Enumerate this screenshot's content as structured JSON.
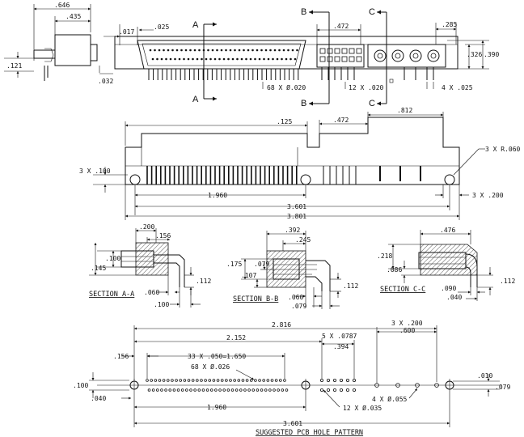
{
  "drawing": {
    "top_view": {
      "side_dims": [
        ".646",
        ".435",
        ".121",
        ".032",
        ".017",
        ".025"
      ],
      "section_marks": {
        "a": "A",
        "b": "B",
        "c": "C"
      },
      "dims": {
        "b_width": ".472",
        "c_pitch": ".285",
        "height_inner": ".326",
        "height_outer": ".390"
      },
      "pin_notes": {
        "main_pins": "68 X Ø.020",
        "square_pins": "12 X .020",
        "power_pins": "4 X .025"
      }
    },
    "front_view": {
      "dims": {
        "left_offset": ".125",
        "b_width": ".472",
        "c_width": ".812",
        "hole_height": "3 X .100",
        "radius_note": "3 X R.060",
        "pin_span": "1.960",
        "hole_pitch": "3 X .200",
        "mount_span": "3.601",
        "overall_length": "3.801"
      }
    },
    "section_a": {
      "title": "SECTION A-A",
      "dims": [
        ".200",
        ".156",
        ".100",
        ".145",
        ".112",
        ".060",
        ".100"
      ]
    },
    "section_b": {
      "title": "SECTION B-B",
      "dims": [
        ".392",
        ".245",
        ".175",
        ".079",
        ".107",
        ".112",
        ".060",
        ".079"
      ]
    },
    "section_c": {
      "title": "SECTION C-C",
      "dims": [
        ".476",
        ".218",
        ".086",
        ".112",
        ".090",
        ".040"
      ]
    },
    "pcb_pattern": {
      "title": "SUGGESTED PCB HOLE PATTERN",
      "dims": {
        "overall": "2.816",
        "hole_pitch": "3 X .200",
        "power_offset": ".600",
        "to_square": "2.152",
        "square_pitch": "5 X .0787",
        "square_offset": ".394",
        "edge_offset": ".156",
        "main_pitch": "33 X .050=1.650",
        "main_holes": "68 X Ø.026",
        "row_left": ".100",
        "row_gap": ".040",
        "right_gap": ".010",
        "right_height": ".079",
        "power_holes": "4 X Ø.055",
        "square_holes": "12 X Ø.035",
        "pin_span": "1.960",
        "mount_span": "3.601"
      }
    }
  }
}
